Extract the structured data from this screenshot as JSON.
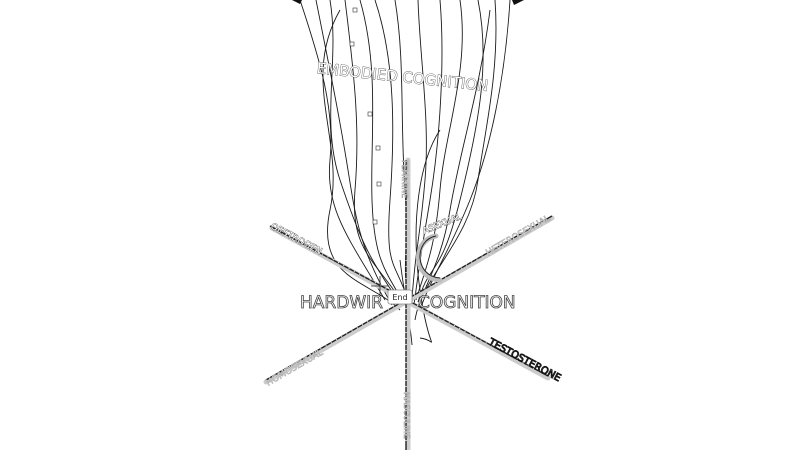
{
  "diagram": {
    "title_top": "EMBODIED COGNITION",
    "title_main_left": "HARDWIR",
    "title_main_right": "COGNITION",
    "end_button": "End",
    "axis_labels": {
      "oestrogen": "OESTROGEN",
      "heterosexual": "HETEROSEXUAL",
      "homosexual": "HOMOSEXUAL",
      "testosterone": "TESTOSTERONE",
      "vertical_top": "FEMININE",
      "vertical_bottom": "MASCULINE",
      "asexual": "ASEXUAL"
    },
    "colors": {
      "background": "#ffffff",
      "ink": "#1a1a1a",
      "axis_shadow": "#cccccc"
    }
  }
}
